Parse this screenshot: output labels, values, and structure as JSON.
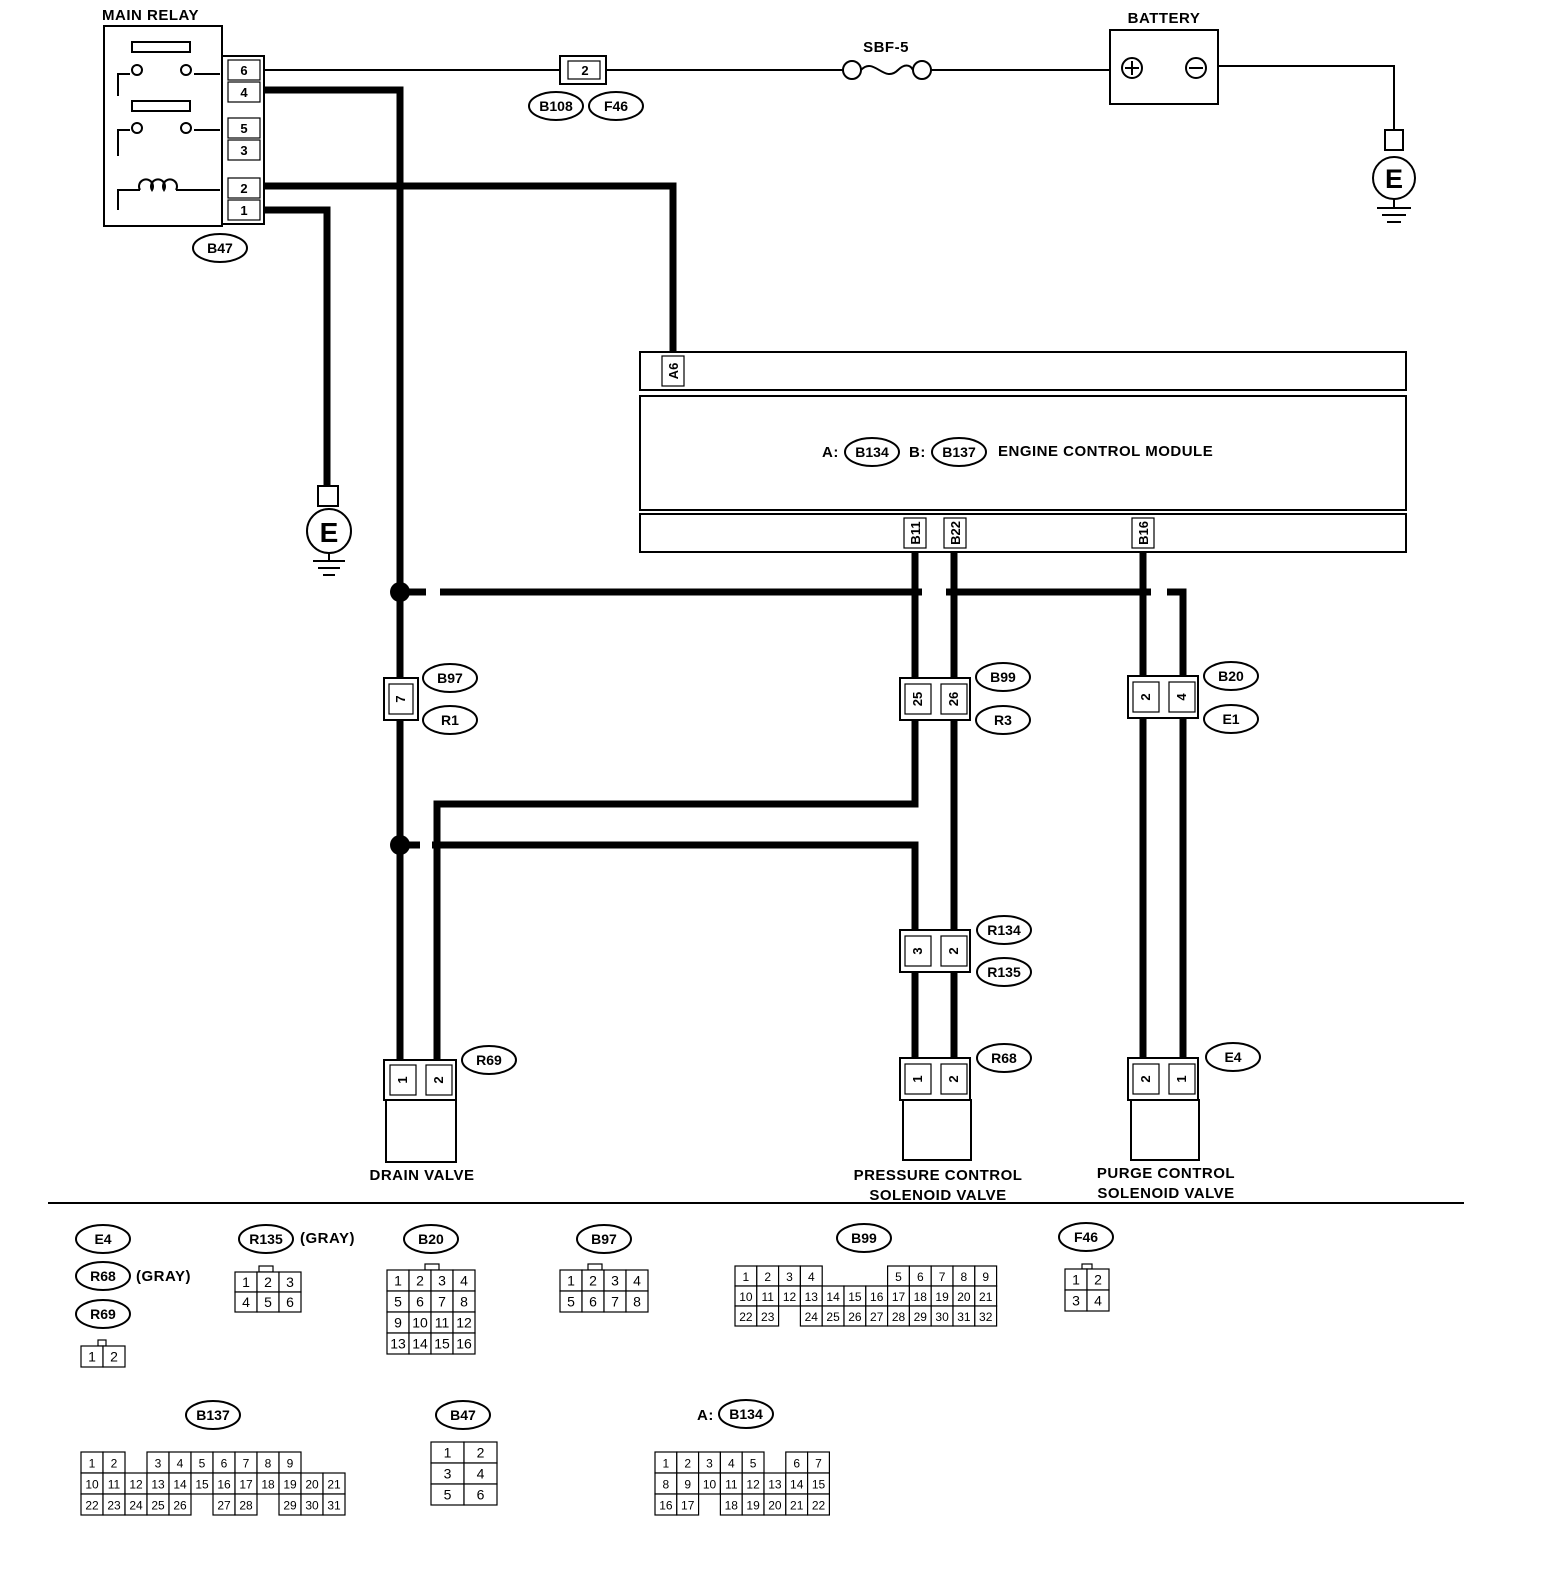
{
  "main_relay": {
    "title": "MAIN RELAY",
    "connector": "B47",
    "pins": [
      "6",
      "4",
      "5",
      "3",
      "2",
      "1"
    ]
  },
  "fuse": {
    "number": "2",
    "connectors": [
      "B108",
      "F46"
    ]
  },
  "sbf": {
    "label": "SBF-5"
  },
  "battery": {
    "label": "BATTERY"
  },
  "ground_symbol": "E",
  "ecm": {
    "prefix_a": "A:",
    "conn_a": "B134",
    "prefix_b": "B:",
    "conn_b": "B137",
    "title": "ENGINE CONTROL MODULE",
    "pin_a6": "A6",
    "pin_b11": "B11",
    "pin_b22": "B22",
    "pin_b16": "B16"
  },
  "inline_connectors": {
    "b97_r1": {
      "pin": "7",
      "top": "B97",
      "bottom": "R1"
    },
    "b99_r3": {
      "pins": [
        "25",
        "26"
      ],
      "top": "B99",
      "bottom": "R3"
    },
    "b20_e1": {
      "pins": [
        "2",
        "4"
      ],
      "top": "B20",
      "bottom": "E1"
    },
    "r134_r135": {
      "pins": [
        "3",
        "2"
      ],
      "top": "R134",
      "bottom": "R135"
    }
  },
  "components": {
    "drain_valve": {
      "label": "DRAIN VALVE",
      "connector": "R69",
      "pins": [
        "1",
        "2"
      ]
    },
    "pressure_valve": {
      "label1": "PRESSURE CONTROL",
      "label2": "SOLENOID VALVE",
      "connector": "R68",
      "pins": [
        "1",
        "2"
      ]
    },
    "purge_valve": {
      "label1": "PURGE CONTROL",
      "label2": "SOLENOID VALVE",
      "connector": "E4",
      "pins": [
        "2",
        "1"
      ]
    }
  },
  "legend": {
    "e4": "E4",
    "r68": "R68",
    "r68_note": "(GRAY)",
    "r69": "R69",
    "r69_table": [
      [
        "1",
        "2"
      ]
    ],
    "r135": "R135",
    "r135_note": "(GRAY)",
    "r135_table": [
      [
        "1",
        "2",
        "3"
      ],
      [
        "4",
        "5",
        "6"
      ]
    ],
    "b20": "B20",
    "b20_table": [
      [
        "1",
        "2",
        "3",
        "4"
      ],
      [
        "5",
        "6",
        "7",
        "8"
      ],
      [
        "9",
        "10",
        "11",
        "12"
      ],
      [
        "13",
        "14",
        "15",
        "16"
      ]
    ],
    "b97": "B97",
    "b97_table": [
      [
        "1",
        "2",
        "3",
        "4"
      ],
      [
        "5",
        "6",
        "7",
        "8"
      ]
    ],
    "b99": "B99",
    "b99_table": [
      [
        "1",
        "2",
        "3",
        "4",
        "",
        "",
        "",
        "5",
        "6",
        "7",
        "8",
        "9"
      ],
      [
        "10",
        "11",
        "12",
        "13",
        "14",
        "15",
        "16",
        "17",
        "18",
        "19",
        "20",
        "21"
      ],
      [
        "22",
        "23",
        "",
        "24",
        "25",
        "26",
        "27",
        "28",
        "29",
        "30",
        "31",
        "32"
      ]
    ],
    "f46": "F46",
    "f46_table": [
      [
        "1",
        "2"
      ],
      [
        "3",
        "4"
      ]
    ],
    "b137": "B137",
    "b137_table": [
      [
        "1",
        "2",
        "",
        "3",
        "4",
        "5",
        "6",
        "7",
        "8",
        "9"
      ],
      [
        "10",
        "11",
        "12",
        "13",
        "14",
        "15",
        "16",
        "17",
        "18",
        "19",
        "20",
        "21"
      ],
      [
        "22",
        "23",
        "24",
        "25",
        "26",
        "",
        "27",
        "28",
        "",
        "29",
        "30",
        "31"
      ]
    ],
    "b47": "B47",
    "b47_table": [
      [
        "1",
        "2"
      ],
      [
        "3",
        "4"
      ],
      [
        "5",
        "6"
      ]
    ],
    "b134_prefix": "A:",
    "b134": "B134",
    "b134_table": [
      [
        "1",
        "2",
        "3",
        "4",
        "5",
        "",
        "6",
        "7"
      ],
      [
        "8",
        "9",
        "10",
        "11",
        "12",
        "13",
        "14",
        "15"
      ],
      [
        "16",
        "17",
        "",
        "18",
        "19",
        "20",
        "21",
        "22"
      ]
    ]
  }
}
